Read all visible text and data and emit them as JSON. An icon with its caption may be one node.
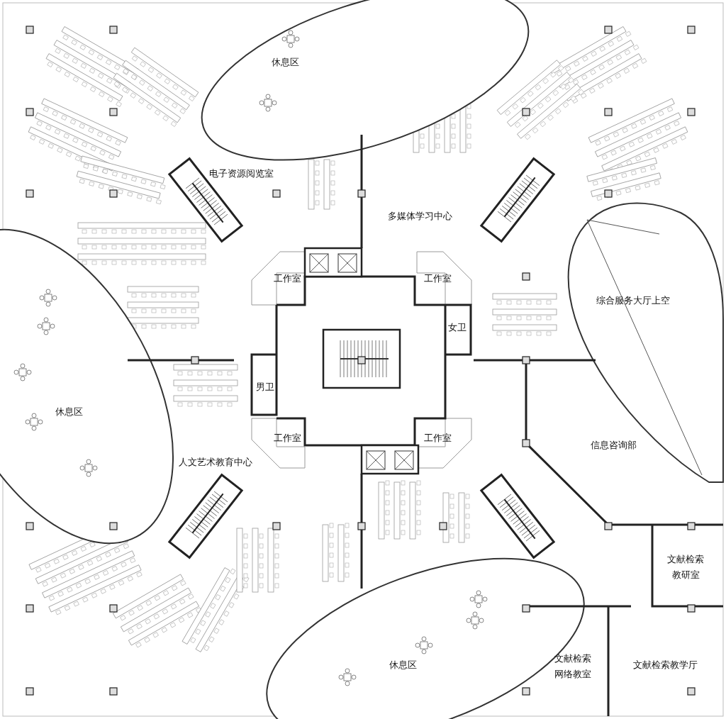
{
  "diagram": {
    "labels": [
      "休息区",
      "电子资源阅览室",
      "多媒体学习中心",
      "工作室",
      "工作室",
      "综合服务大厅上空",
      "女卫",
      "男卫",
      "休息区",
      "工作室",
      "工作室",
      "信息咨询部",
      "人文艺术教育中心",
      "文献检索教研室",
      "休息区",
      "文献检索网络教室",
      "文献检索教学厅"
    ]
  }
}
